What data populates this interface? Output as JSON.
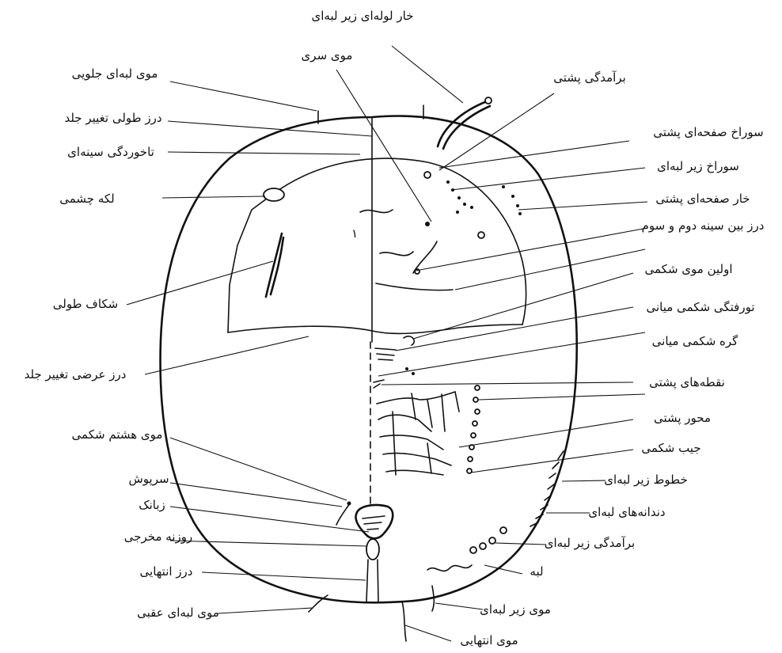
{
  "diagram": {
    "labels": {
      "marginal_tubular_spine": "خار لوله‌ای زیر لبه‌ای",
      "cephalic_setae": "موی سری",
      "dorsal_tubercle": "برآمدگی پشتی",
      "anterior_marginal_setae": "موی لبه‌ای جلویی",
      "longitudinal_ecdysial_suture": "درز طولی تغییر جلد",
      "thoracic_fold": "تاخوردگی سینه‌ای",
      "dorsal_disc_pore": "سوراخ صفحه‌ای پشتی",
      "submarginal_pore": "سوراخ زیر لبه‌ای",
      "dorsal_disc_spine": "خار صفحه‌ای پشتی",
      "eye_spot": "لکه چشمی",
      "meso_metathoracic_suture": "درز بین سینه دوم و سوم",
      "first_abdominal_setae": "اولین موی شکمی",
      "longitudinal_slit": "شکاف طولی",
      "median_abdominal_depression": "تورفتگی شکمی میانی",
      "median_abdominal_node": "گره شکمی میانی",
      "transverse_ecdysial_suture": "درز عرضی تغییر جلد",
      "dorsal_dots": "نقطه‌های پشتی",
      "dorsal_axis": "محور پشتی",
      "eighth_abdominal_setae": "موی هشتم شکمی",
      "abdominal_pocket": "جیب شکمی",
      "submarginal_lines": "خطوط زیر لبه‌ای",
      "operculum": "سرپوش",
      "marginal_teeth": "دندانه‌های لبه‌ای",
      "lingula": "زبانک",
      "vasiform_orifice": "روزنه مخرجی",
      "submarginal_tubercle": "برآمدگی زیر لبه‌ای",
      "caudal_suture": "درز انتهایی",
      "margin": "لبه",
      "submarginal_setae": "موی زیر لبه‌ای",
      "posterior_marginal_setae": "موی لبه‌ای عقبی",
      "caudal_setae": "موی انتهایی"
    },
    "segment_mark": "١"
  }
}
